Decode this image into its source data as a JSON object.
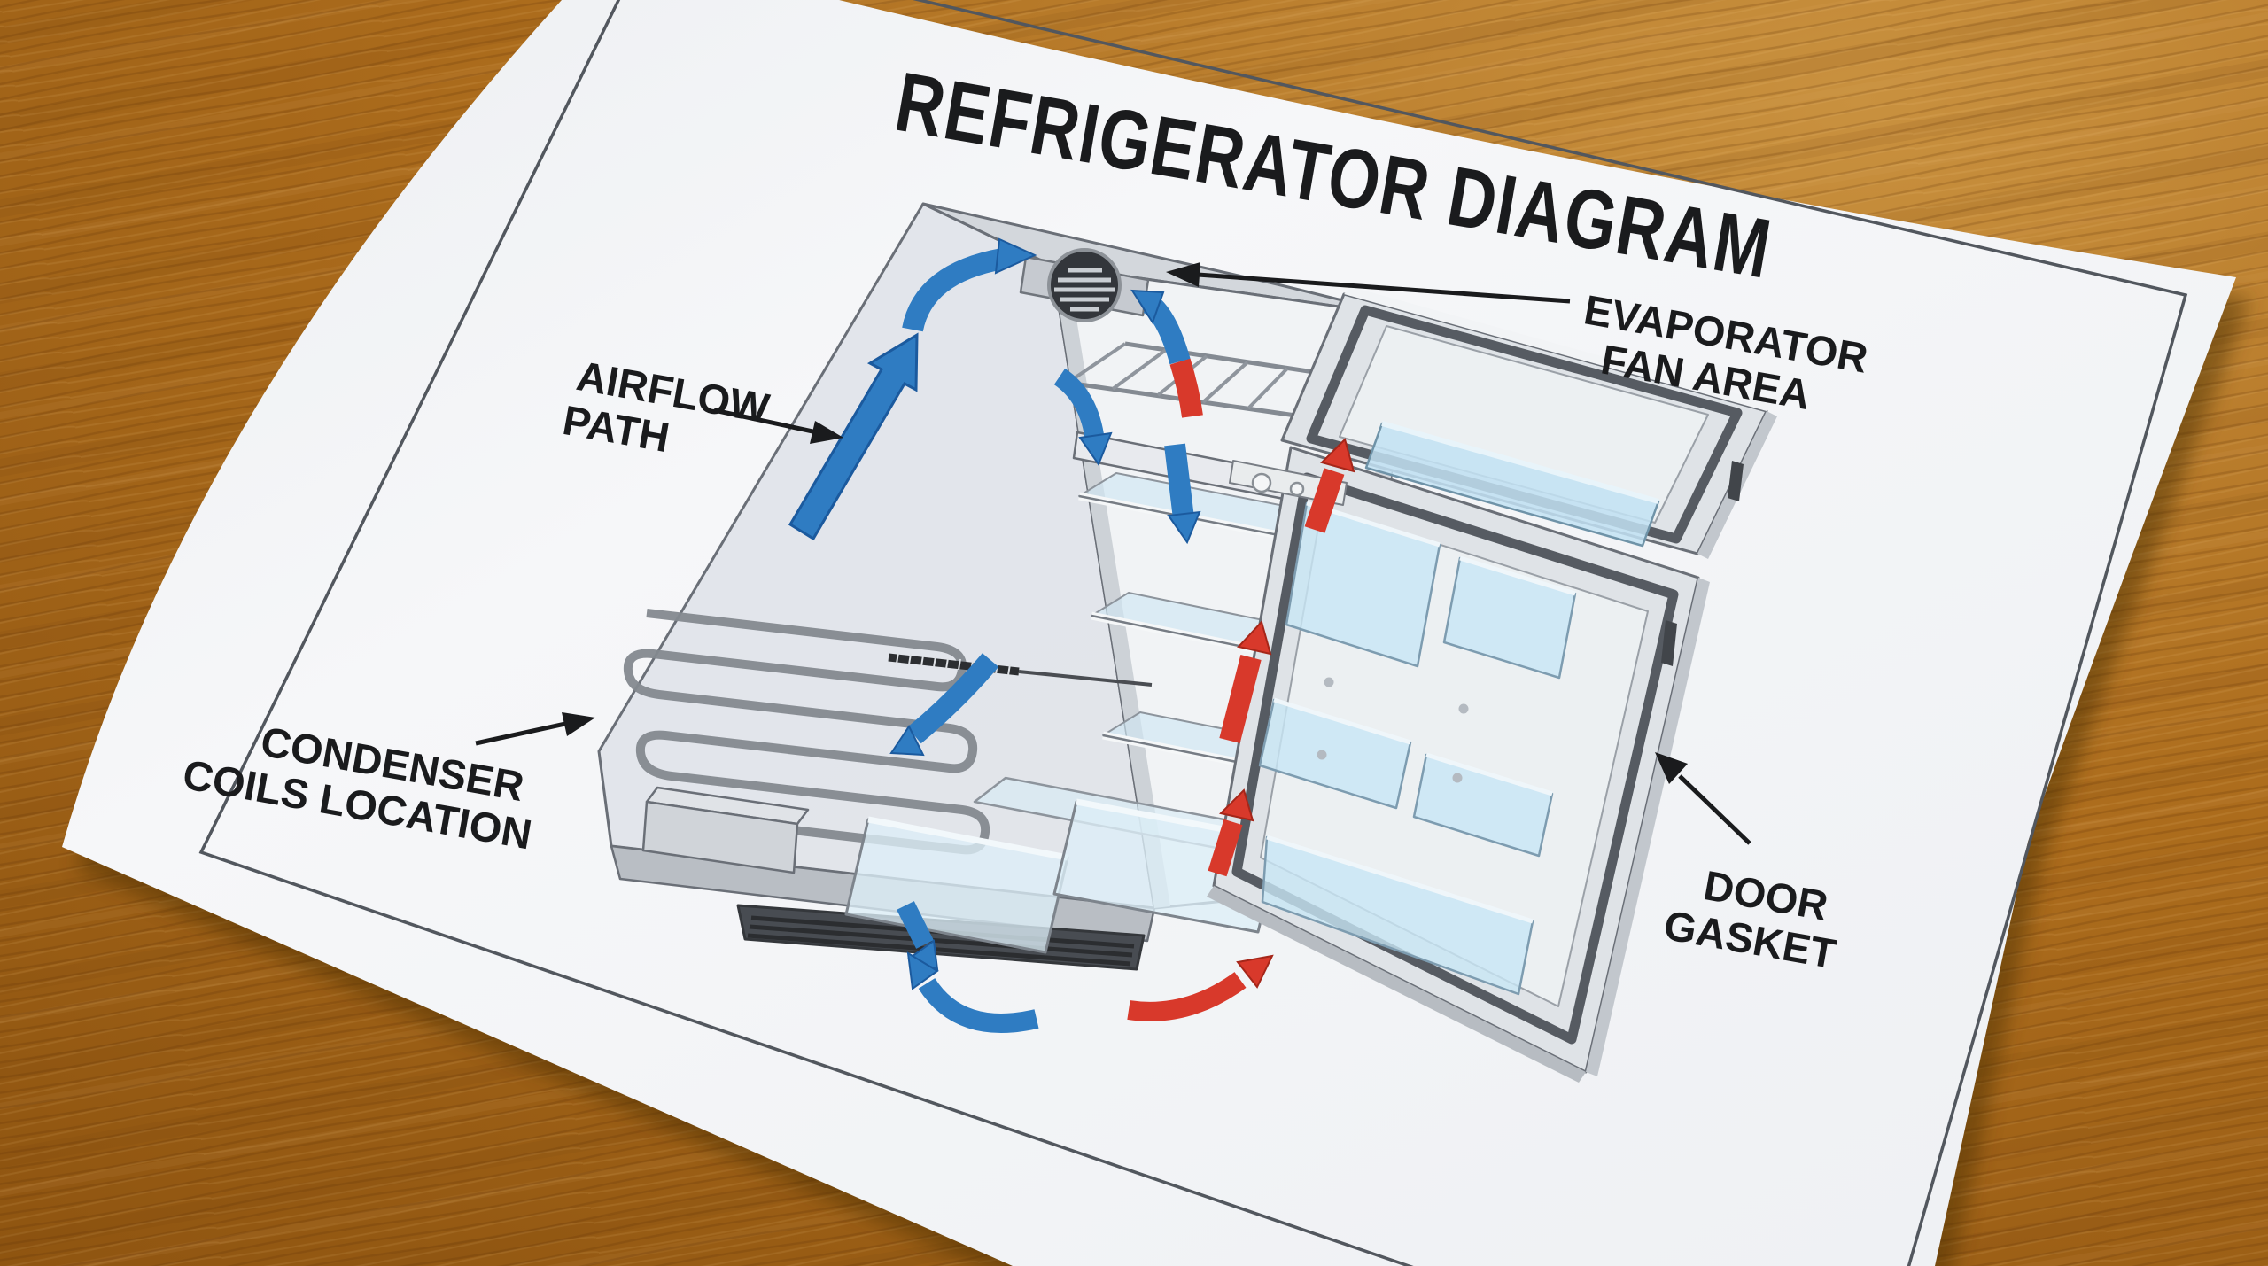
{
  "title": "REFRIGERATOR DIAGRAM",
  "labels": {
    "airflow": {
      "line1": "AIRFLOW",
      "line2": "PATH"
    },
    "evaporator": {
      "line1": "EVAPORATOR",
      "line2": "FAN AREA"
    },
    "condenser": {
      "line1": "CONDENSER",
      "line2": "COILS LOCATION"
    },
    "gasket": {
      "line1": "DOOR",
      "line2": "GASKET"
    }
  },
  "colors": {
    "cold_air_arrow": "#2f7cc2",
    "warm_air_arrow": "#d8392b",
    "annotation_ink": "#1a1b1d",
    "paper": "#f5f6f8",
    "wood_table": "#a8671a"
  }
}
